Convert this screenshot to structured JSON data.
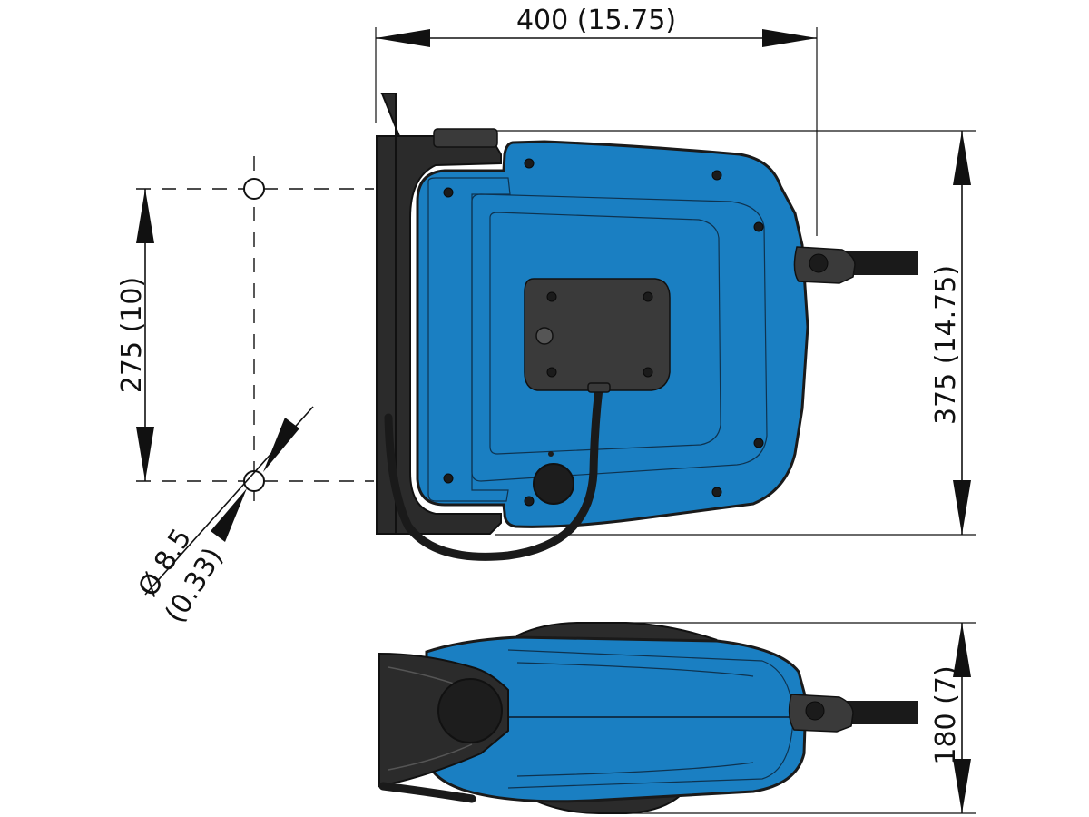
{
  "dimensions": {
    "width": "400 (15.75)",
    "height": "375 (14.75)",
    "hole_spacing": "275 (10)",
    "hole_diameter": "Ø 8.5",
    "hole_diameter_inch": "(0.33)",
    "depth": "180 (7)"
  },
  "colors": {
    "body": "#1a7fc2",
    "dark_parts": "#2b2b2b",
    "lines": "#111111"
  },
  "icons": {
    "front_view": "hose-reel-front-view",
    "side_view": "hose-reel-side-view"
  }
}
